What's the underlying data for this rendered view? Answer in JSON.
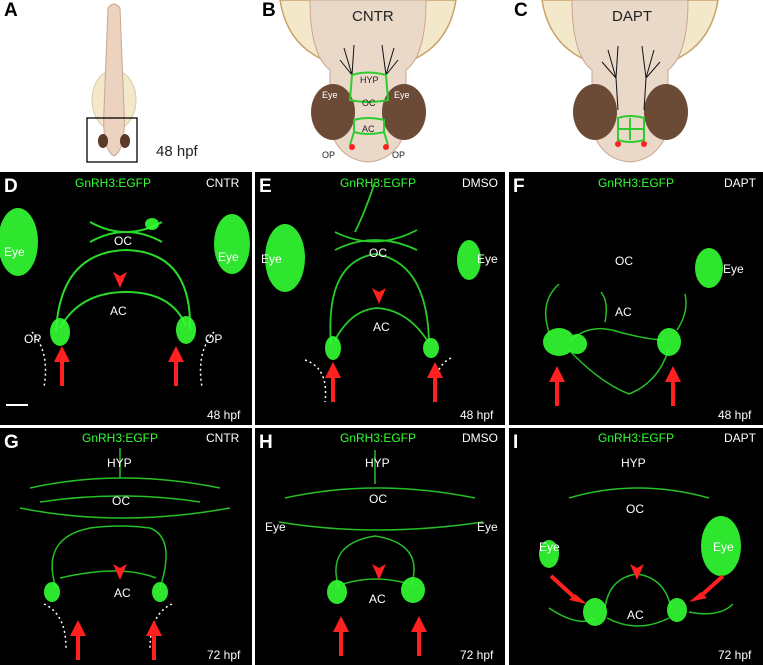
{
  "panels": {
    "a": {
      "letter": "A",
      "stage": "48 hpf"
    },
    "b": {
      "letter": "B",
      "title": "CNTR",
      "hyp": "HYP",
      "oc": "OC",
      "ac": "AC",
      "op_left": "OP",
      "op_right": "OP",
      "eye_left": "Eye",
      "eye_right": "Eye"
    },
    "c": {
      "letter": "C",
      "title": "DAPT"
    },
    "d": {
      "letter": "D",
      "marker": "GnRH3:EGFP",
      "cond": "CNTR",
      "eye_left": "Eye",
      "eye_right": "Eye",
      "oc": "OC",
      "ac": "AC",
      "op_left": "OP",
      "op_right": "OP",
      "stage": "48 hpf"
    },
    "e": {
      "letter": "E",
      "marker": "GnRH3:EGFP",
      "cond": "DMSO",
      "eye_left": "Eye",
      "eye_right": "Eye",
      "oc": "OC",
      "ac": "AC",
      "stage": "48 hpf"
    },
    "f": {
      "letter": "F",
      "marker": "GnRH3:EGFP",
      "cond": "DAPT",
      "eye_right": "Eye",
      "oc": "OC",
      "ac": "AC",
      "stage": "48 hpf"
    },
    "g": {
      "letter": "G",
      "marker": "GnRH3:EGFP",
      "cond": "CNTR",
      "hyp": "HYP",
      "oc": "OC",
      "ac": "AC",
      "stage": "72 hpf"
    },
    "h": {
      "letter": "H",
      "marker": "GnRH3:EGFP",
      "cond": "DMSO",
      "hyp": "HYP",
      "oc": "OC",
      "ac": "AC",
      "eye_left": "Eye",
      "eye_right": "Eye",
      "stage": "72 hpf"
    },
    "i": {
      "letter": "I",
      "marker": "GnRH3:EGFP",
      "cond": "DAPT",
      "hyp": "HYP",
      "oc": "OC",
      "ac": "AC",
      "eye_left": "Eye",
      "eye_right": "Eye",
      "stage": "72 hpf"
    }
  },
  "colors": {
    "gfp": "#33ff33",
    "arrow": "#ff2020",
    "background": "#000000",
    "head": "#ead8c8",
    "yolk": "#f2e6c8",
    "eye": "#6b4a36"
  }
}
